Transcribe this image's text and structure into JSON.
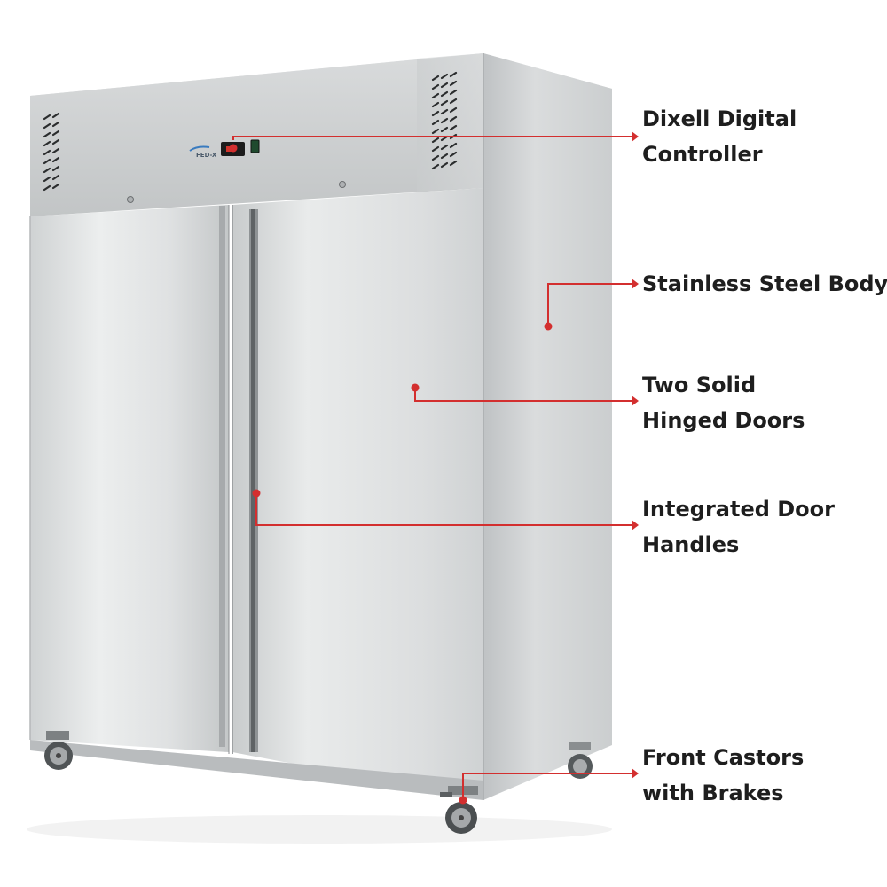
{
  "colors": {
    "accent": "#d32f2f",
    "text": "#1e1e1e",
    "steel_light": "#e4e6e7",
    "steel_mid": "#c9cccd",
    "steel_dark": "#8f9395",
    "background": "#ffffff"
  },
  "product": {
    "brand_badge": "FED-X",
    "image_name": "two-door-upright-stainless-steel-refrigerator"
  },
  "callouts": [
    {
      "id": "controller",
      "lines": [
        "Dixell Digital",
        "Controller"
      ]
    },
    {
      "id": "body",
      "lines": [
        "Stainless Steel Body"
      ]
    },
    {
      "id": "doors",
      "lines": [
        "Two Solid",
        "Hinged Doors"
      ]
    },
    {
      "id": "handles",
      "lines": [
        "Integrated Door",
        "Handles"
      ]
    },
    {
      "id": "castors",
      "lines": [
        "Front Castors",
        "with Brakes"
      ]
    }
  ]
}
